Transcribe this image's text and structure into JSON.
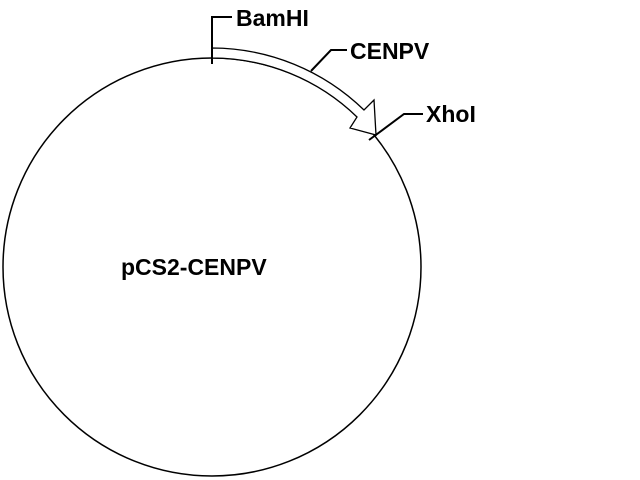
{
  "plasmid": {
    "name": "pCS2-CENPV"
  },
  "features": {
    "insert": {
      "label": "CENPV"
    },
    "sites": [
      {
        "label": "BamHI"
      },
      {
        "label": "XhoI"
      }
    ]
  },
  "colors": {
    "line": "#000000",
    "fill": "#ffffff"
  }
}
